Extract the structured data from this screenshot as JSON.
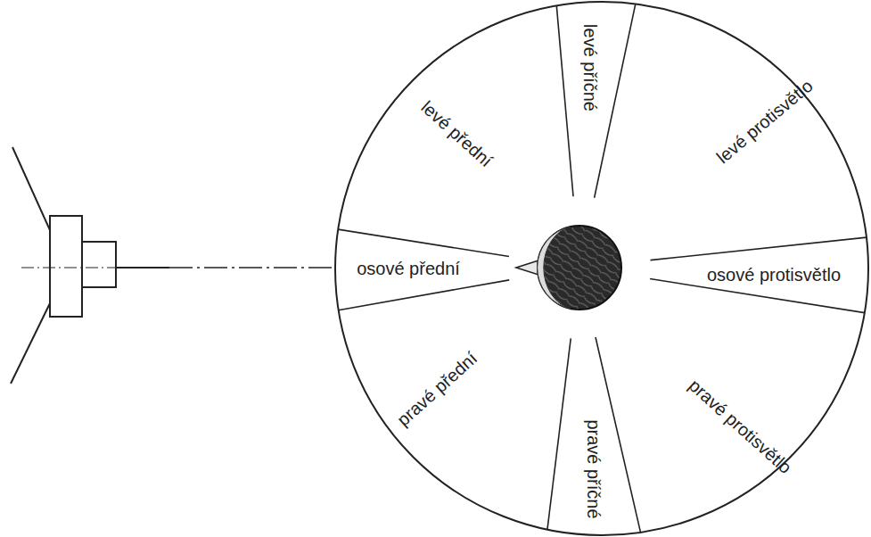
{
  "diagram": {
    "labels": [
      "levé přední",
      "levé příčné",
      "levé protisvětlo",
      "osové přední",
      "osové protisvětlo",
      "pravé přední",
      "pravé příčné",
      "pravé protisvětlo"
    ]
  }
}
